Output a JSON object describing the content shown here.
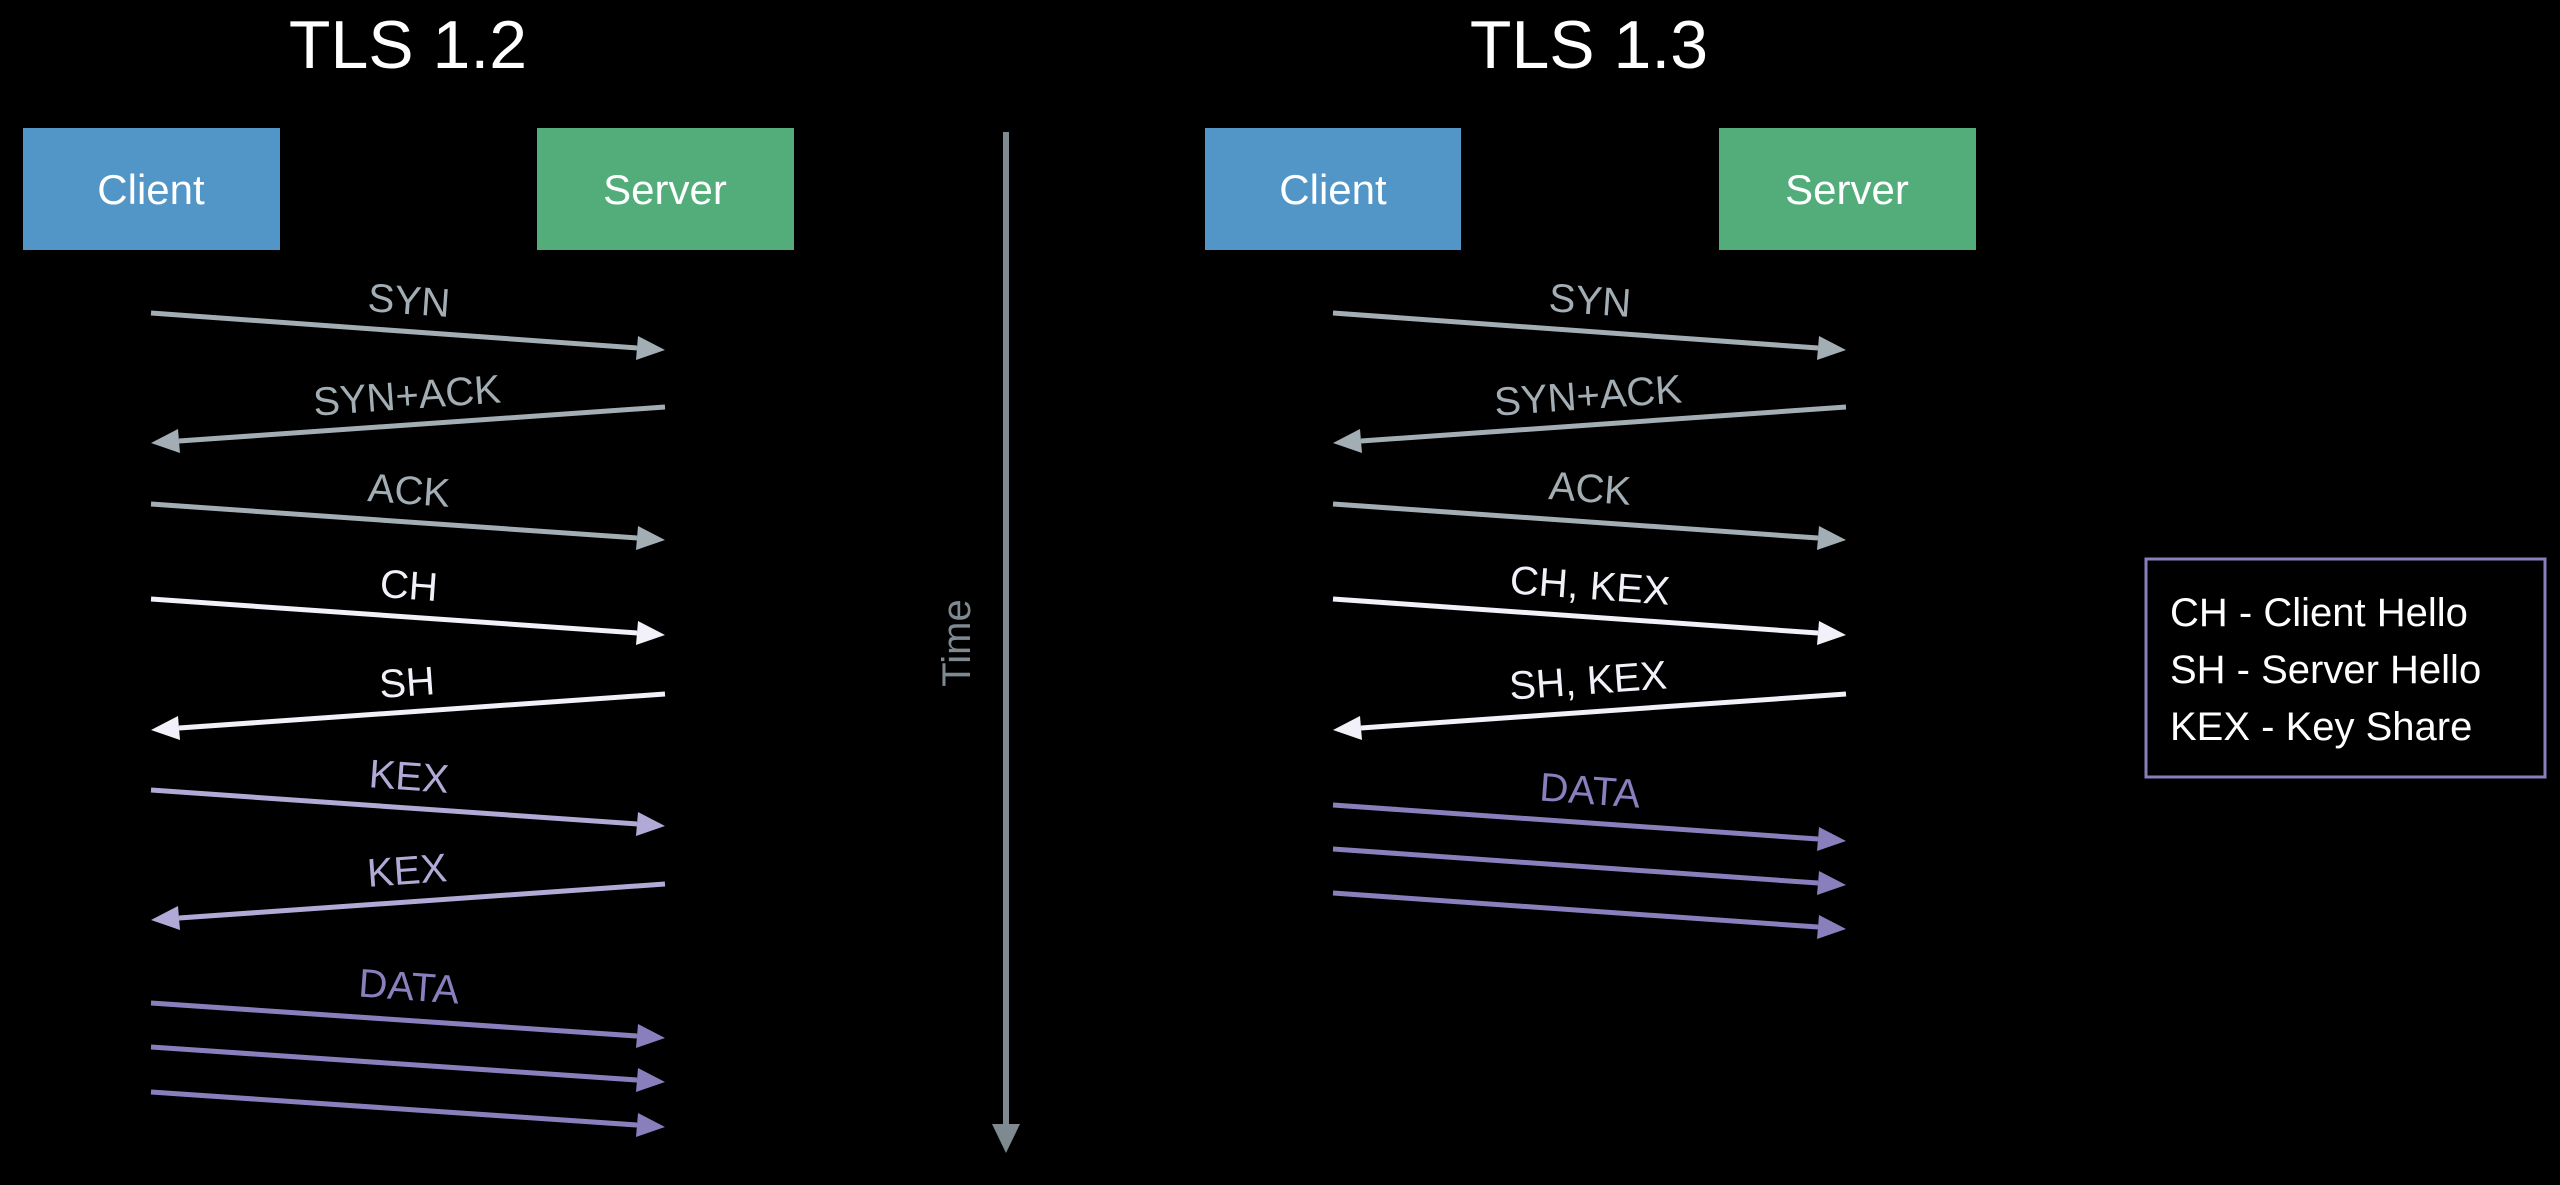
{
  "colors": {
    "background": "#000000",
    "client_box": "#5296c8",
    "server_box": "#53ad7a",
    "client_lifeline": "#4f93c2",
    "server_lifeline": "#4fae75",
    "tcp_msg": "#a3aeb4",
    "hello_msg": "#f2f0f8",
    "kex_msg": "#b2aad6",
    "data_msg": "#8a7fbd",
    "time_arrow": "#7f8a90",
    "legend_border": "#8a7fbd"
  },
  "panels": [
    {
      "title": "TLS 1.2",
      "client_label": "Client",
      "server_label": "Server",
      "messages": [
        {
          "label": "SYN",
          "direction": "to-server",
          "kind": "tcp"
        },
        {
          "label": "SYN+ACK",
          "direction": "to-client",
          "kind": "tcp"
        },
        {
          "label": "ACK",
          "direction": "to-server",
          "kind": "tcp"
        },
        {
          "label": "CH",
          "direction": "to-server",
          "kind": "hello"
        },
        {
          "label": "SH",
          "direction": "to-client",
          "kind": "hello"
        },
        {
          "label": "KEX",
          "direction": "to-server",
          "kind": "kex"
        },
        {
          "label": "KEX",
          "direction": "to-client",
          "kind": "kex"
        },
        {
          "label": "DATA",
          "direction": "to-server",
          "kind": "data"
        },
        {
          "label": "",
          "direction": "to-server",
          "kind": "data"
        },
        {
          "label": "",
          "direction": "to-server",
          "kind": "data"
        }
      ]
    },
    {
      "title": "TLS 1.3",
      "client_label": "Client",
      "server_label": "Server",
      "messages": [
        {
          "label": "SYN",
          "direction": "to-server",
          "kind": "tcp"
        },
        {
          "label": "SYN+ACK",
          "direction": "to-client",
          "kind": "tcp"
        },
        {
          "label": "ACK",
          "direction": "to-server",
          "kind": "tcp"
        },
        {
          "label": "CH, KEX",
          "direction": "to-server",
          "kind": "hello"
        },
        {
          "label": "SH, KEX",
          "direction": "to-client",
          "kind": "hello"
        },
        {
          "label": "DATA",
          "direction": "to-server",
          "kind": "data"
        },
        {
          "label": "",
          "direction": "to-server",
          "kind": "data"
        },
        {
          "label": "",
          "direction": "to-server",
          "kind": "data"
        }
      ]
    }
  ],
  "time_axis": {
    "label": "Time"
  },
  "legend": {
    "items": [
      "CH - Client Hello",
      "SH - Server Hello",
      "KEX - Key Share"
    ]
  }
}
